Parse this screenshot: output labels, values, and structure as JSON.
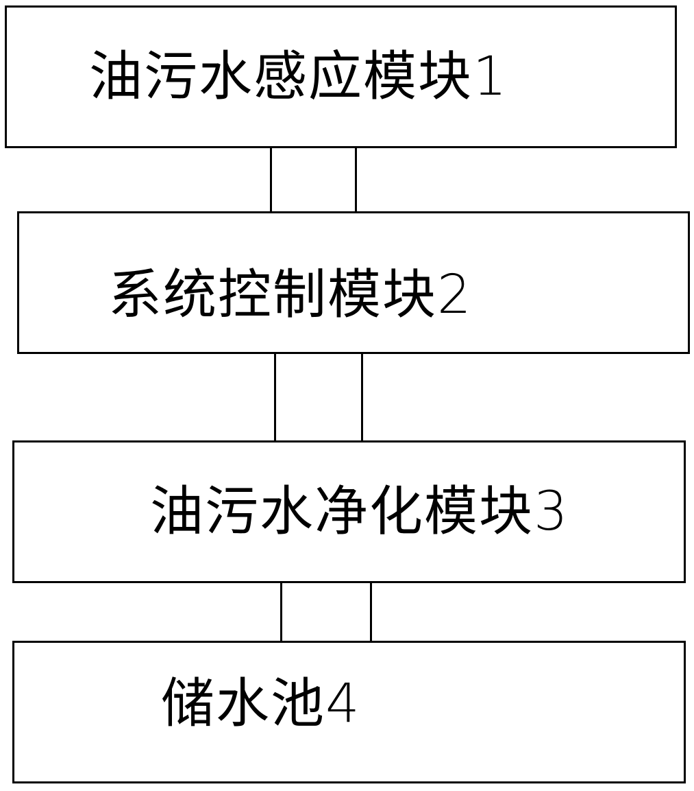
{
  "diagram": {
    "modules": [
      {
        "label": "油污水感应模块1"
      },
      {
        "label": "系统控制模块2"
      },
      {
        "label": "油污水净化模块3"
      },
      {
        "label": "储水池4"
      }
    ],
    "connections": [
      {
        "from": 0,
        "to": 1
      },
      {
        "from": 1,
        "to": 2
      },
      {
        "from": 2,
        "to": 3
      }
    ],
    "colors": {
      "stroke": "#000000",
      "background": "#ffffff"
    }
  }
}
